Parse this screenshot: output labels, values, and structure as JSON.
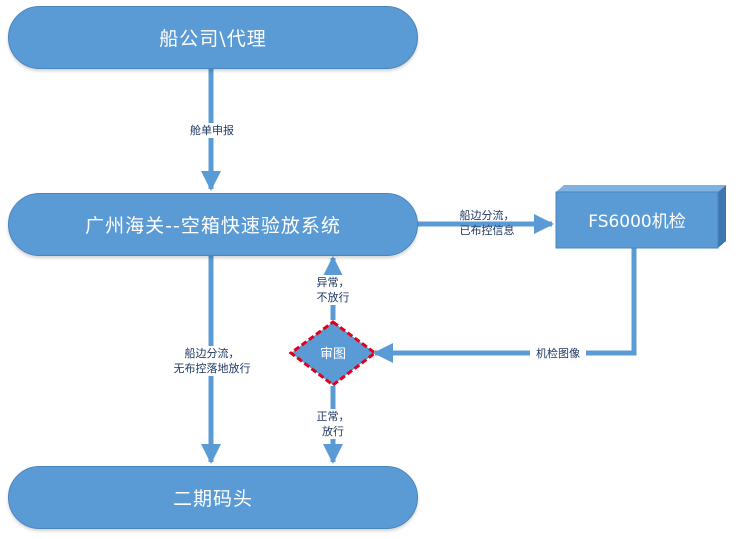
{
  "nodes": {
    "top": "船公司\\代理",
    "mid": "广州海关--空箱快速验放系统",
    "bottom": "二期码头",
    "machine": "FS6000机检",
    "review": "审图"
  },
  "edges": {
    "ship_declaration": "舱单申报",
    "to_machine_line1": "船边分流，",
    "to_machine_line2": "已布控信息",
    "machine_image": "机检图像",
    "abnormal_line1": "异常，",
    "abnormal_line2": "不放行",
    "normal_line1": "正常，",
    "normal_line2": "放行",
    "direct_line1": "船边分流，",
    "direct_line2": "无布控落地放行"
  },
  "colors": {
    "node_fill": "#5b9bd5",
    "node_border": "#4a85bd",
    "arrow": "#5b9bd5",
    "label_text": "#1f3864",
    "review_border": "#e0001b"
  }
}
